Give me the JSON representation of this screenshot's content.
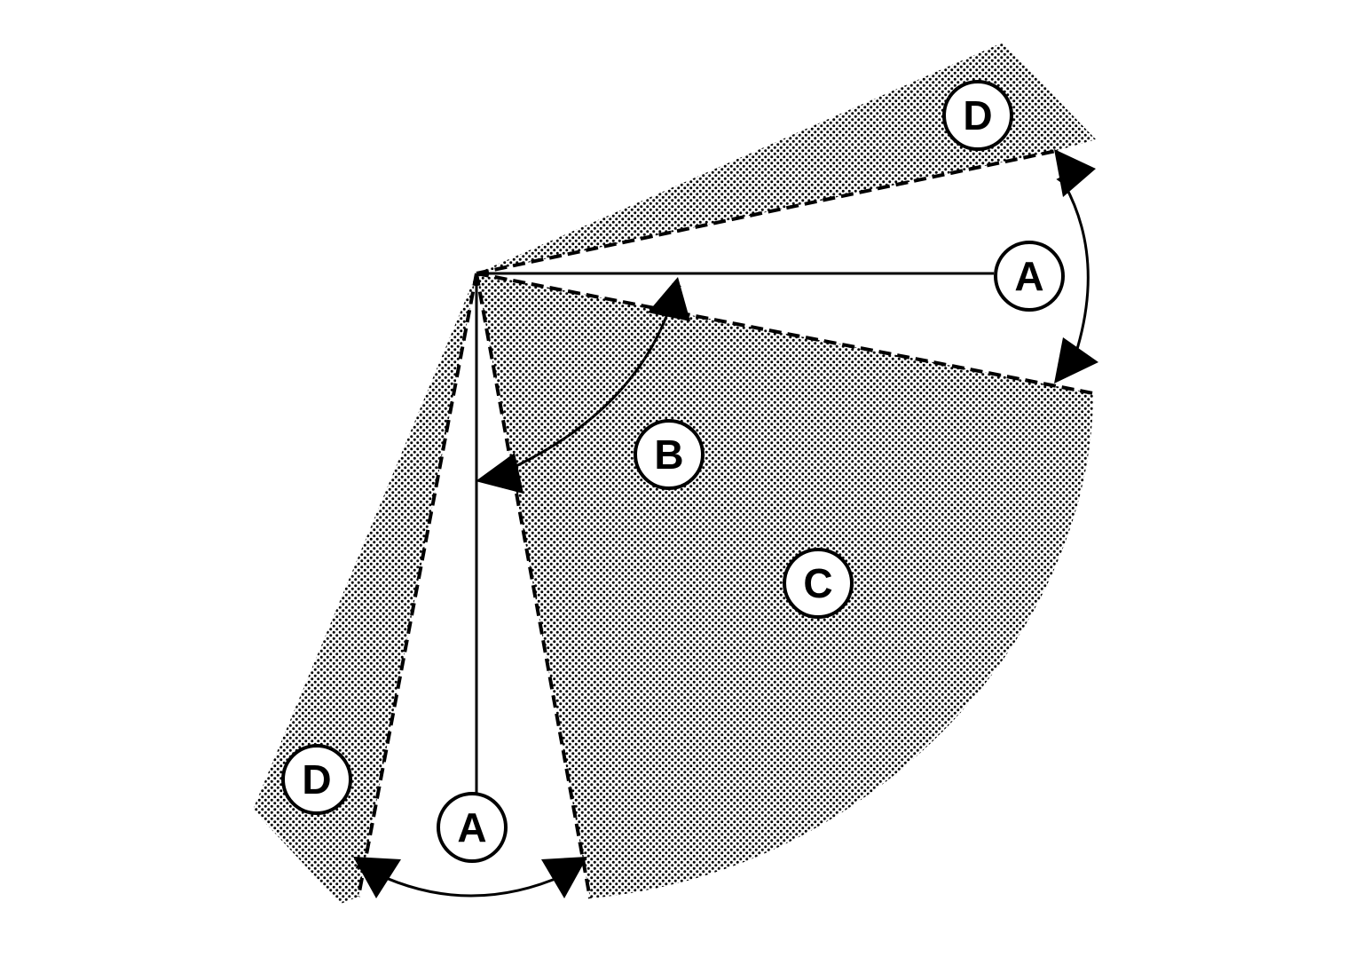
{
  "diagram": {
    "labels": {
      "a_right": "A",
      "a_bottom": "A",
      "b": "B",
      "c": "C",
      "d_top": "D",
      "d_bottom": "D"
    },
    "colors": {
      "ink": "#000000",
      "background": "#ffffff",
      "dot": "#000000"
    },
    "shading": "dotted-stipple"
  }
}
